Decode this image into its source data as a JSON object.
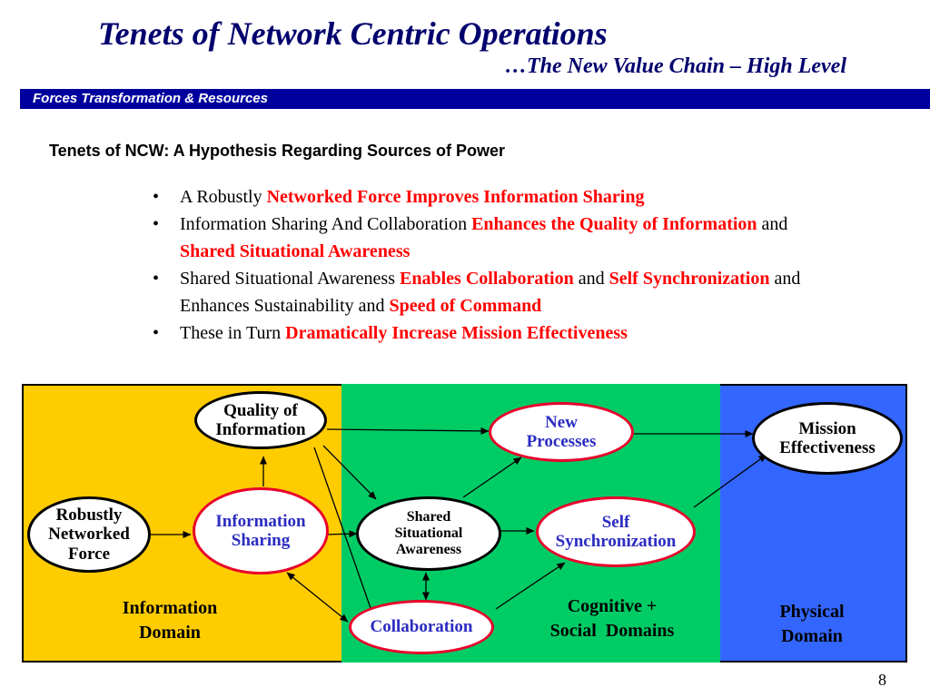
{
  "slide": {
    "title": "Tenets of Network Centric Operations",
    "subtitle": "…The New Value Chain – High Level",
    "banner": "Forces Transformation & Resources",
    "heading": "Tenets of NCW:  A Hypothesis Regarding Sources of Power",
    "page_number": "8"
  },
  "bullets": [
    {
      "p1": "A Robustly ",
      "r1": "Networked Force Improves Information Sharing"
    },
    {
      "p1": "Information Sharing And Collaboration ",
      "r1": "Enhances the Quality of Information",
      "p2": " and ",
      "r2": "Shared Situational Awareness"
    },
    {
      "p1": "Shared Situational Awareness ",
      "r1": "Enables Collaboration",
      "p2": " and ",
      "r2": "Self Synchronization",
      "p3": " and Enhances Sustainability and ",
      "r3": "Speed of Command"
    },
    {
      "p1": "These in Turn ",
      "r1": "Dramatically Increase Mission Effectiveness"
    }
  ],
  "diagram": {
    "nodes": {
      "robust": [
        "Robustly",
        "Networked",
        "Force"
      ],
      "quality": [
        "Quality of",
        "Information"
      ],
      "info_sharing": [
        "Information",
        "Sharing"
      ],
      "shared": [
        "Shared",
        "Situational",
        "Awareness"
      ],
      "collaboration": [
        "Collaboration"
      ],
      "new_processes": [
        "New",
        "Processes"
      ],
      "self_sync": [
        "Self",
        "Synchronization"
      ],
      "mission": [
        "Mission",
        "Effectiveness"
      ]
    },
    "domains": {
      "information": [
        "Information",
        "Domain"
      ],
      "cognitive": [
        "Cognitive +",
        "Social  Domains"
      ],
      "physical": [
        "Physical",
        "Domain"
      ]
    }
  }
}
